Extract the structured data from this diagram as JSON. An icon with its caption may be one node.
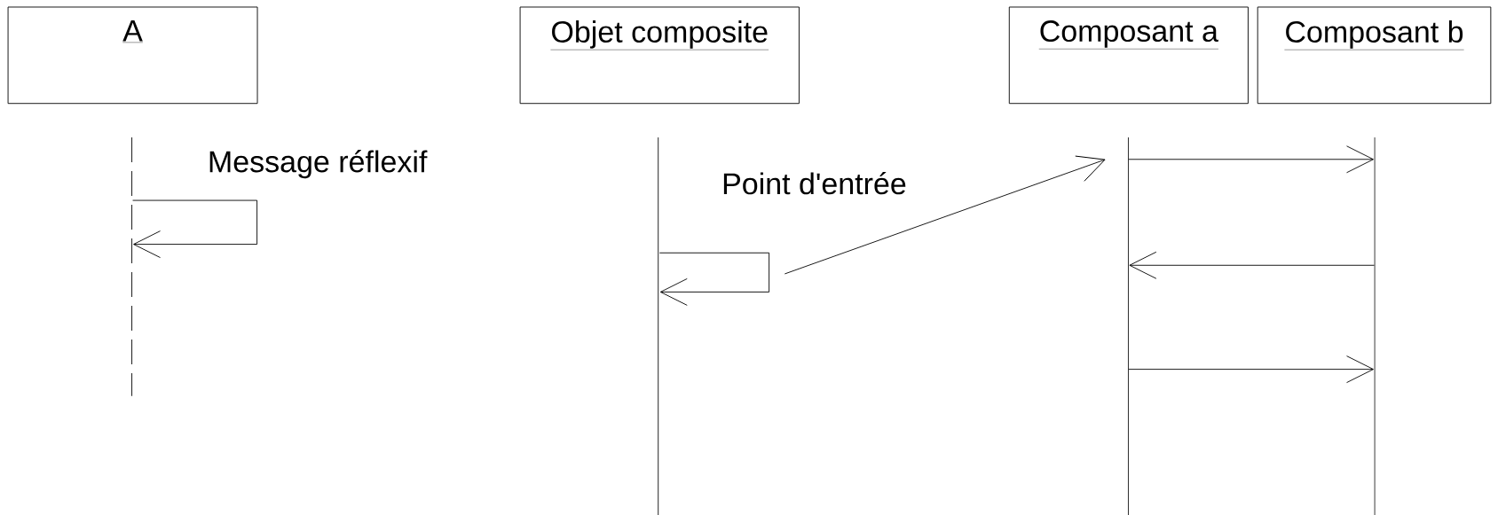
{
  "diagram": {
    "nodes": [
      {
        "text": [
          "A"
        ]
      },
      {
        "text": [
          "Objet composite"
        ]
      },
      {
        "text": [
          "Composant a"
        ]
      },
      {
        "text": [
          "Composant b"
        ]
      }
    ],
    "edges": [
      {
        "from": 0,
        "to": 0,
        "arrow": "to",
        "label": "Message réflexif"
      },
      {
        "from": 1,
        "to": 1,
        "arrow": "to"
      },
      {
        "from": 1,
        "to": 2,
        "arrow": "to",
        "label": "Point d'entrée"
      },
      {
        "from": 2,
        "to": 3,
        "arrow": "to"
      },
      {
        "from": 3,
        "to": 2,
        "arrow": "to"
      },
      {
        "from": 2,
        "to": 3,
        "arrow": "to"
      }
    ]
  }
}
